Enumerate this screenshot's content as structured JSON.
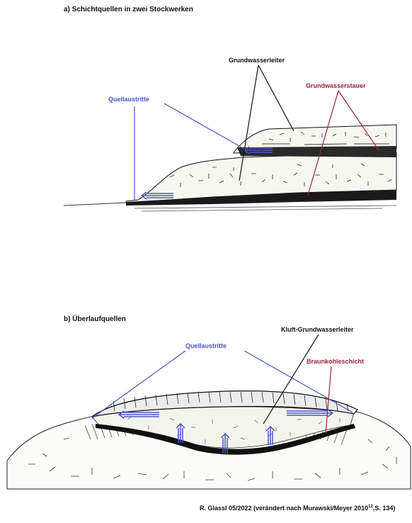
{
  "colors": {
    "blue": "#4b55c8",
    "red": "#9b2335",
    "ink": "#111111"
  },
  "section_a": {
    "title": "a) Schichtquellen in zwei Stockwerken",
    "label_grundwasserleiter": "Grundwasserleiter",
    "label_grundwasserstauer": "Grundwasserstauer",
    "label_quellaustritte": "Quellaustritte"
  },
  "section_b": {
    "title": "b) Überlaufquellen",
    "label_kluft": "Kluft-Grundwasserleiter",
    "label_braunkohle": "Braunkohleschicht",
    "label_quellaustritte": "Quellaustritte"
  },
  "credit": {
    "text_before": "R. Glassl   05/2022 (verändert nach Murawski/Meyer 2010",
    "superscript": "12",
    "text_after": ",S. 134)"
  }
}
